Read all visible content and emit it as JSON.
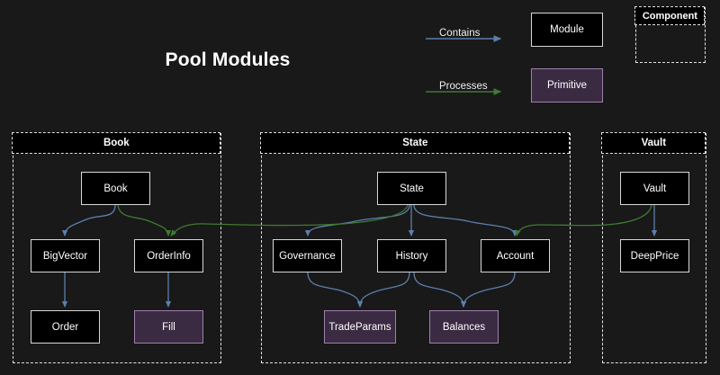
{
  "diagram": {
    "title": "Pool Modules",
    "background_color": "#191919",
    "edge_colors": {
      "contains": "#5b7fad",
      "processes": "#3f7a32"
    },
    "node_colors": {
      "module_fill": "#000000",
      "module_border": "#d8d8d8",
      "primitive_fill": "#3b2b42",
      "primitive_border": "#9d80ac",
      "group_border": "#e2e2e2"
    }
  },
  "legend": {
    "contains_label": "Contains",
    "processes_label": "Processes",
    "module_label": "Module",
    "primitive_label": "Primitive",
    "component_label": "Component"
  },
  "groups": [
    {
      "id": "book",
      "label": "Book"
    },
    {
      "id": "state",
      "label": "State"
    },
    {
      "id": "vault",
      "label": "Vault"
    }
  ],
  "nodes": [
    {
      "id": "book",
      "label": "Book",
      "type": "module",
      "group": "book"
    },
    {
      "id": "bigvector",
      "label": "BigVector",
      "type": "module",
      "group": "book"
    },
    {
      "id": "orderinfo",
      "label": "OrderInfo",
      "type": "module",
      "group": "book"
    },
    {
      "id": "order",
      "label": "Order",
      "type": "module",
      "group": "book"
    },
    {
      "id": "fill",
      "label": "Fill",
      "type": "primitive",
      "group": "book"
    },
    {
      "id": "state",
      "label": "State",
      "type": "module",
      "group": "state"
    },
    {
      "id": "governance",
      "label": "Governance",
      "type": "module",
      "group": "state"
    },
    {
      "id": "history",
      "label": "History",
      "type": "module",
      "group": "state"
    },
    {
      "id": "account",
      "label": "Account",
      "type": "module",
      "group": "state"
    },
    {
      "id": "tradeparams",
      "label": "TradeParams",
      "type": "primitive",
      "group": "state"
    },
    {
      "id": "balances",
      "label": "Balances",
      "type": "primitive",
      "group": "state"
    },
    {
      "id": "vault",
      "label": "Vault",
      "type": "module",
      "group": "vault"
    },
    {
      "id": "deepprice",
      "label": "DeepPrice",
      "type": "module",
      "group": "vault"
    }
  ],
  "edges": [
    {
      "from": "book",
      "to": "bigvector",
      "kind": "contains"
    },
    {
      "from": "book",
      "to": "orderinfo",
      "kind": "processes"
    },
    {
      "from": "bigvector",
      "to": "order",
      "kind": "contains"
    },
    {
      "from": "orderinfo",
      "to": "fill",
      "kind": "contains"
    },
    {
      "from": "state",
      "to": "governance",
      "kind": "contains"
    },
    {
      "from": "state",
      "to": "history",
      "kind": "contains"
    },
    {
      "from": "state",
      "to": "account",
      "kind": "contains"
    },
    {
      "from": "governance",
      "to": "tradeparams",
      "kind": "contains"
    },
    {
      "from": "history",
      "to": "tradeparams",
      "kind": "contains"
    },
    {
      "from": "history",
      "to": "balances",
      "kind": "contains"
    },
    {
      "from": "account",
      "to": "balances",
      "kind": "contains"
    },
    {
      "from": "vault",
      "to": "deepprice",
      "kind": "contains"
    },
    {
      "from": "vault",
      "to": "account",
      "kind": "processes"
    },
    {
      "from": "state",
      "to": "orderinfo",
      "kind": "processes"
    }
  ]
}
